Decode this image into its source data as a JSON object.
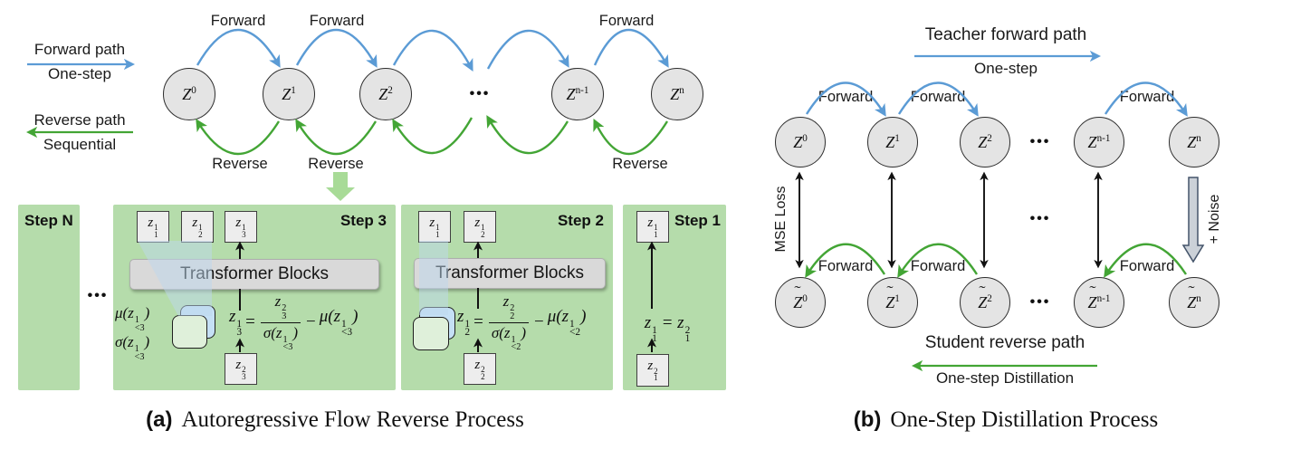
{
  "colors": {
    "forward_blue": "#5B9BD5",
    "reverse_green": "#43A535",
    "panel_green": "#B5DCAB",
    "big_arrow_green": "#A8DB97",
    "circle_fill": "#E4E4E4",
    "box_fill": "#EDEDED",
    "transformer_fill": "#D9D9D9",
    "funnel_blue": "#BDD7EE",
    "stack_back_blue": "#C5E0F5",
    "stack_front_green": "#DFF0DA",
    "noise_fill": "#CBD1D8",
    "noise_stroke": "#44546A"
  },
  "panel_a": {
    "legend": {
      "forward_title": "Forward path",
      "forward_sub": "One-step",
      "reverse_title": "Reverse path",
      "reverse_sub": "Sequential"
    },
    "chain": {
      "nodes": [
        "Z^{0}",
        "Z^{1}",
        "Z^{2}",
        "Z^{n-1}",
        "Z^{n}"
      ],
      "ellipsis": "•••",
      "forward_labels": [
        "Forward",
        "Forward",
        "Forward"
      ],
      "reverse_labels": [
        "Reverse",
        "Reverse",
        "Reverse"
      ]
    },
    "steps": {
      "ellipsis": "•••",
      "step_n": {
        "title": "Step N"
      },
      "step_3": {
        "title": "Step 3",
        "tokens": [
          "z_{1}^{1}",
          "z_{2}^{1}",
          "z_{3}^{1}"
        ],
        "transformer": "Transformer Blocks",
        "mu": "μ(z_{<3}^{1})",
        "sigma": "σ(z_{<3}^{1})",
        "eq_lhs": "z_{3}^{1}",
        "eq_sign": "=",
        "eq_num": "z_{3}^{2}",
        "eq_den": "σ(z_{<3}^{1})",
        "eq_minus": "−",
        "eq_tail": "μ(z_{<3}^{1})",
        "input": "z_{3}^{2}"
      },
      "step_2": {
        "title": "Step 2",
        "tokens": [
          "z_{1}^{1}",
          "z_{2}^{1}"
        ],
        "transformer": "Transformer Blocks",
        "eq_lhs": "z_{2}^{1}",
        "eq_sign": "=",
        "eq_num": "z_{2}^{2}",
        "eq_den": "σ(z_{<2}^{1})",
        "eq_minus": "−",
        "eq_tail": "μ(z_{<2}^{1})",
        "input": "z_{2}^{2}"
      },
      "step_1": {
        "title": "Step 1",
        "token": "z_{1}^{1}",
        "equation": "z_{1}^{1} = z_{1}^{2}",
        "input": "z_{1}^{2}"
      }
    },
    "caption": {
      "tag": "(a)",
      "text": "Autoregressive Flow Reverse Process"
    }
  },
  "panel_b": {
    "teacher": {
      "title": "Teacher forward path",
      "sub": "One-step"
    },
    "top_nodes": [
      "Z^{0}",
      "Z^{1}",
      "Z^{2}",
      "Z^{n-1}",
      "Z^{n}"
    ],
    "bottom_nodes": [
      "~Z^{0}",
      "~Z^{1}",
      "~Z^{2}",
      "~Z^{n-1}",
      "~Z^{n}"
    ],
    "ellipsis": "•••",
    "top_forward_labels": [
      "Forward",
      "Forward",
      "Forward"
    ],
    "bottom_forward_labels": [
      "Forward",
      "Forward",
      "Forward"
    ],
    "mse_label": "MSE Loss",
    "noise_label": "+ Noise",
    "student": {
      "title": "Student reverse path",
      "sub": "One-step Distillation"
    },
    "caption": {
      "tag": "(b)",
      "text": "One-Step Distillation Process"
    }
  }
}
